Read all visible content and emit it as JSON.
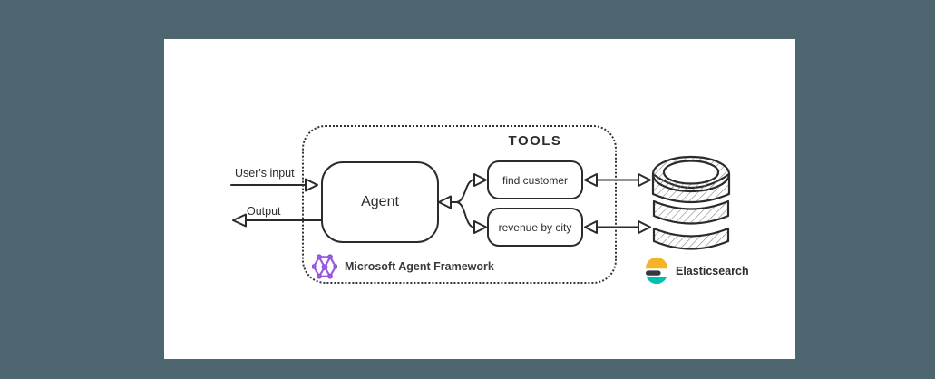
{
  "diagram": {
    "tools_heading": "TOOLS",
    "agent_label": "Agent",
    "input_label": "User's input",
    "output_label": "Output",
    "tools": [
      {
        "label": "find customer"
      },
      {
        "label": "revenue by city"
      }
    ],
    "framework_label": "Microsoft Agent Framework",
    "elasticsearch_label": "Elasticsearch",
    "icons": [
      "microsoft-agent-framework-icon",
      "elasticsearch-icon",
      "database-cylinder-icon"
    ],
    "colors": {
      "background": "#4d6670",
      "card": "#ffffff",
      "line": "#2b2b2b",
      "framework_purple": "#9b5de0",
      "elastic_yellow": "#f5b326",
      "elastic_dark": "#343741",
      "elastic_teal": "#00bfb3"
    }
  }
}
